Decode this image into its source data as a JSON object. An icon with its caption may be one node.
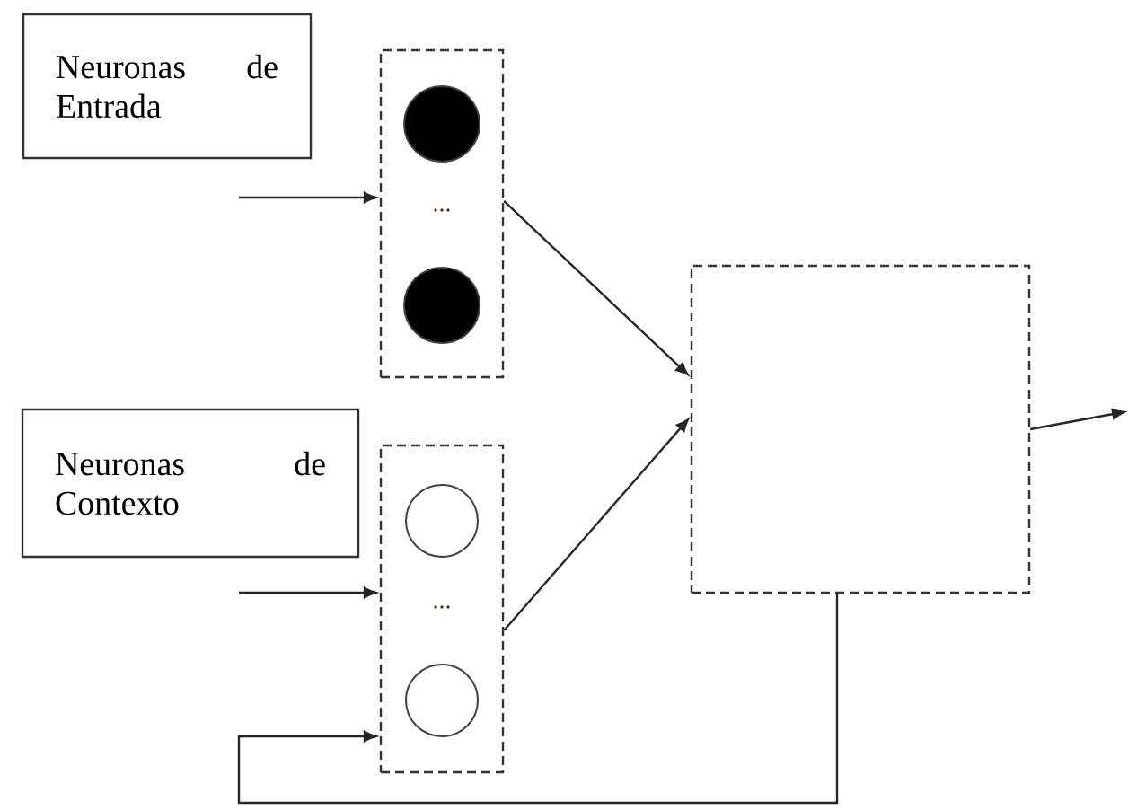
{
  "diagram": {
    "nodes": [
      {
        "text": [
          "Neuronas de Entrada"
        ]
      },
      {
        "text": [],
        "shape": "box"
      },
      {
        "text": [],
        "shape": "circle",
        "in": 1
      },
      {
        "text": [],
        "shape": "circle",
        "in": 1
      },
      {
        "text": [],
        "shape": "box"
      },
      {
        "text": [
          "Neuronas de Contexto"
        ]
      },
      {
        "text": [],
        "shape": "box"
      },
      {
        "text": [],
        "shape": "circle",
        "in": 6
      },
      {
        "text": [],
        "shape": "circle",
        "in": 6
      }
    ],
    "edges": [
      {
        "from": null,
        "to": 1,
        "arrow": "to"
      },
      {
        "from": 1,
        "to": 4,
        "arrow": "to"
      },
      {
        "from": 6,
        "to": 4,
        "arrow": "to"
      },
      {
        "from": null,
        "to": 6,
        "arrow": "to"
      },
      {
        "from": 4,
        "to": null,
        "arrow": "to"
      },
      {
        "from": 4,
        "to": 6,
        "arrow": "to"
      }
    ],
    "labels": [
      "...",
      "..."
    ]
  }
}
